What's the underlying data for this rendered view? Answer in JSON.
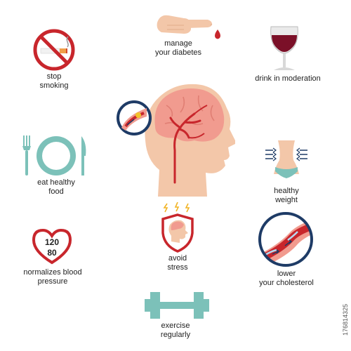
{
  "tips": {
    "smoking": {
      "line1": "stop",
      "line2": "smoking",
      "icon": "no-smoking-icon"
    },
    "diabetes": {
      "line1": "manage",
      "line2": "your diabetes",
      "icon": "finger-blood-drop-icon"
    },
    "alcohol": {
      "line1": "drink in moderation",
      "icon": "wine-glass-icon"
    },
    "food": {
      "line1": "eat healthy",
      "line2": "food",
      "icon": "plate-fork-knife-icon"
    },
    "weight": {
      "line1": "healthy",
      "line2": "weight",
      "icon": "waist-icon"
    },
    "blood_pressure": {
      "systolic": "120",
      "diastolic": "80",
      "line1": "normalizes blood",
      "line2": "pressure",
      "icon": "heart-pressure-icon"
    },
    "stress": {
      "line1": "avoid",
      "line2": "stress",
      "icon": "shield-head-icon"
    },
    "cholesterol": {
      "line1": "lower",
      "line2": "your cholesterol",
      "icon": "artery-icon"
    },
    "exercise": {
      "line1": "exercise",
      "line2": "regularly",
      "icon": "dumbbell-icon"
    }
  },
  "center_icon": "head-brain-arteries-icon",
  "watermark": "176814325",
  "colors": {
    "red": "#c8262c",
    "teal": "#7cc1b9",
    "skin": "#f3c7a9",
    "brain": "#f19b8f",
    "navy": "#1e3b66",
    "wine": "#7b1028"
  }
}
